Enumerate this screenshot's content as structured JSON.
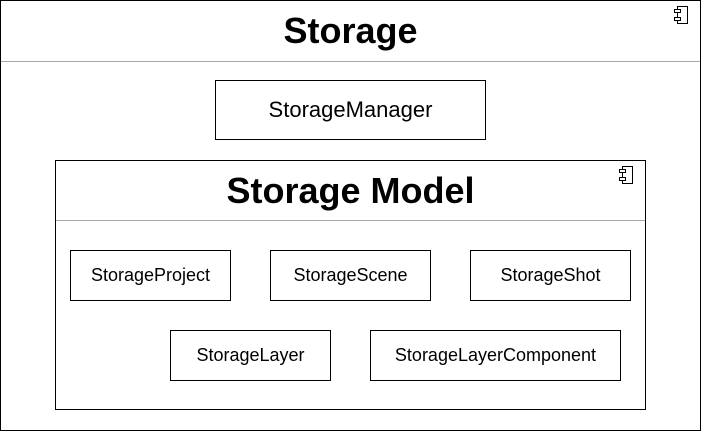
{
  "storage": {
    "title": "Storage",
    "icon": "component-icon"
  },
  "manager": {
    "label": "StorageManager"
  },
  "model": {
    "title": "Storage Model",
    "icon": "component-icon",
    "classes": {
      "project": "StorageProject",
      "scene": "StorageScene",
      "shot": "StorageShot",
      "layer": "StorageLayer",
      "layer_component": "StorageLayerComponent"
    }
  }
}
